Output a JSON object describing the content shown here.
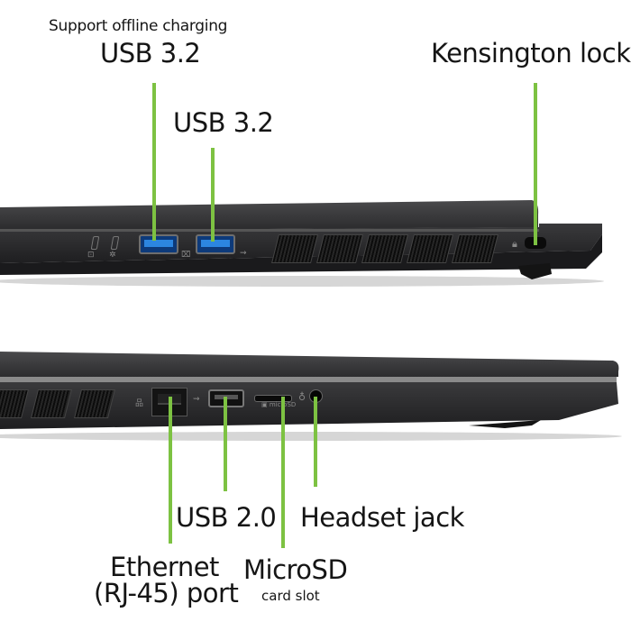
{
  "colors": {
    "callout_line": "#7dc242",
    "usb3_port": "#2c86e0",
    "chassis": "#2b2b2d",
    "background": "#ffffff"
  },
  "top_view": {
    "labels": {
      "usb32_charging_caption": "Support offline charging",
      "usb32_charging": "USB 3.2",
      "usb32": "USB 3.2",
      "kensington": "Kensington lock"
    },
    "icons": [
      "battery-led-icon",
      "power-led-icon",
      "usb-charge-icon",
      "usb-icon",
      "lock-icon"
    ]
  },
  "bottom_view": {
    "labels": {
      "usb20": "USB 2.0",
      "headset": "Headset jack",
      "ethernet_line1": "Ethernet",
      "ethernet_line2": "(RJ-45) port",
      "microsd": "MicroSD",
      "microsd_caption": "card slot"
    },
    "icons": [
      "network-icon",
      "usb-icon",
      "microsd-icon",
      "headset-icon"
    ]
  }
}
